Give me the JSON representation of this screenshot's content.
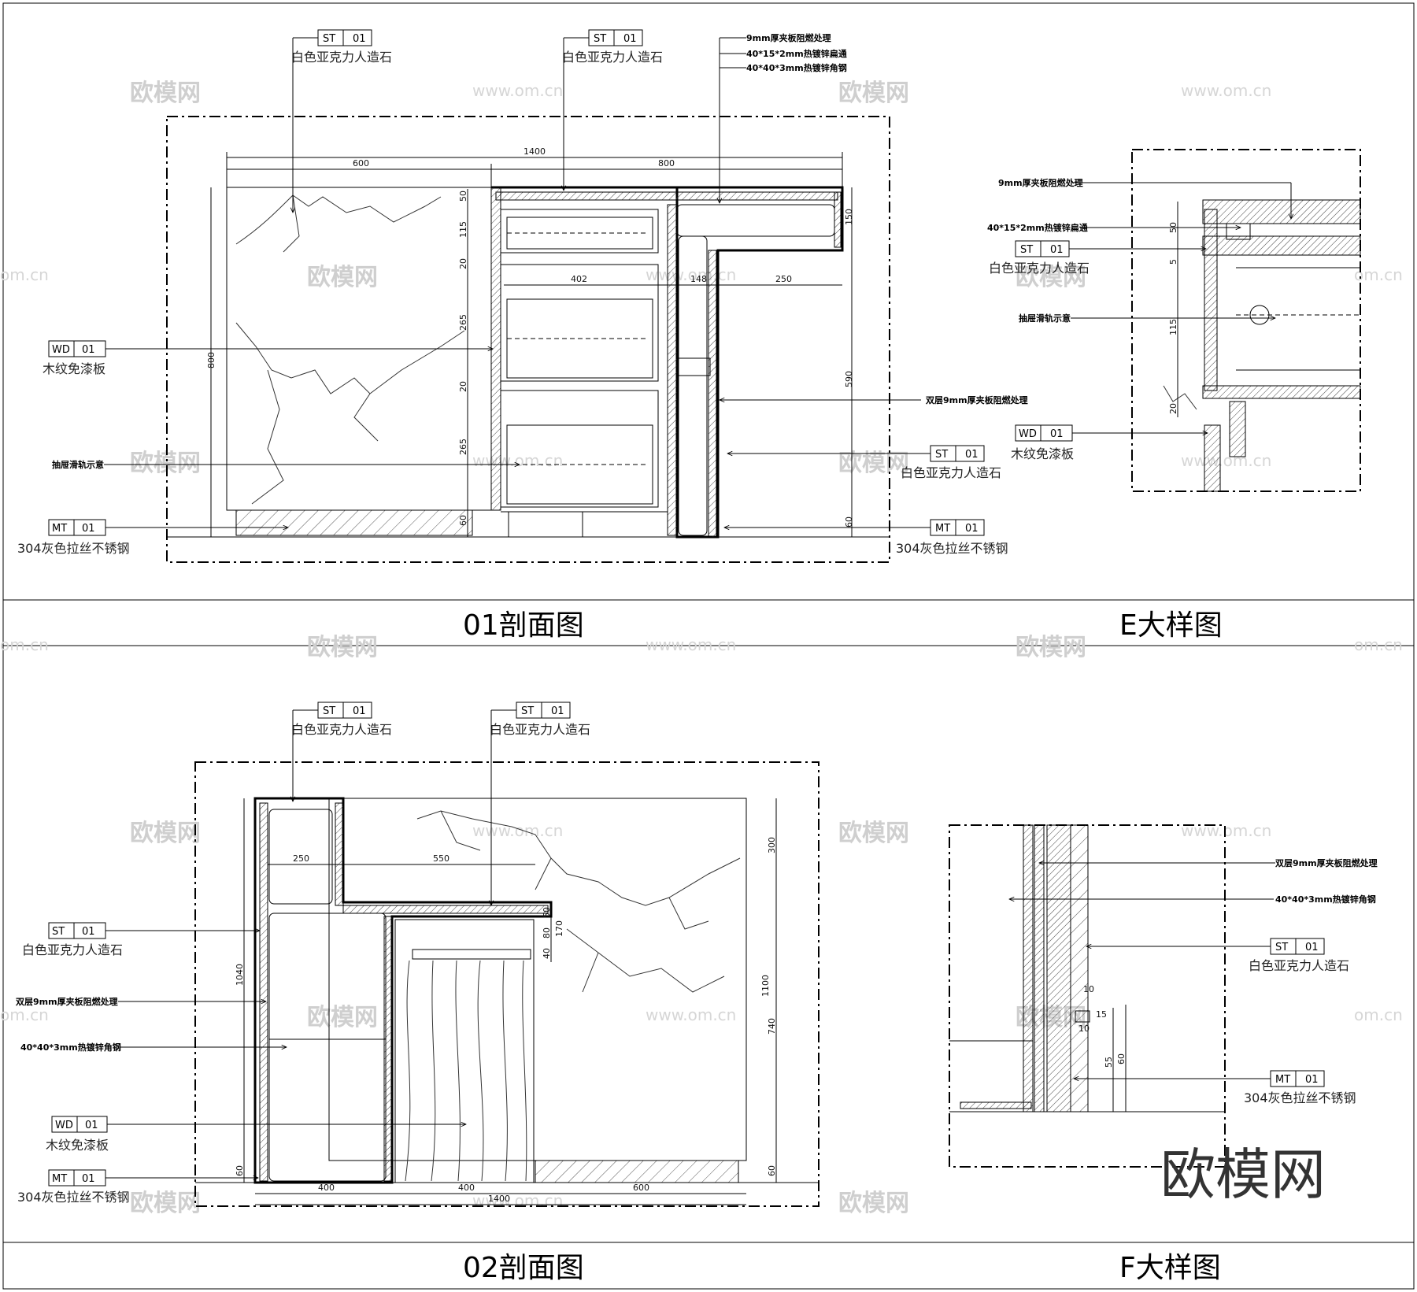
{
  "titles": {
    "sec01": "01剖面图",
    "detailE": "E大样图",
    "sec02": "02剖面图",
    "detailF": "F大样图"
  },
  "tags": {
    "st": "ST",
    "wd": "WD",
    "mt": "MT",
    "num": "01"
  },
  "captions": {
    "stone": "白色亚克力人造石",
    "wood": "木纹免漆板",
    "steel": "304灰色拉丝不锈钢"
  },
  "notes": {
    "plywood9": "9mm厚夹板阻燃处理",
    "flat_steel": "40*15*2mm热镀锌扁通",
    "angle_steel": "40*40*3mm热镀锌角钢",
    "double_ply": "双层9mm厚夹板阻燃处理",
    "drawer_rail": "抽屉滑轨示意"
  },
  "dims01": {
    "d1400": "1400",
    "d600": "600",
    "d800w": "800",
    "d800h": "800",
    "d590": "590",
    "d150": "150",
    "d60r": "60",
    "d50": "50",
    "d115": "115",
    "d20a": "20",
    "d265a": "265",
    "d20b": "20",
    "d265b": "265",
    "d60l": "60",
    "d402": "402",
    "d148": "148",
    "d250": "250"
  },
  "dimsE": {
    "d50": "50",
    "d5": "5",
    "d115": "115",
    "d20": "20"
  },
  "dims02": {
    "d250": "250",
    "d550": "550",
    "d1040": "1040",
    "d60l": "60",
    "d300": "300",
    "d1100": "1100",
    "d740": "740",
    "d60r": "60",
    "d50": "50",
    "d80": "80",
    "d40": "40",
    "d170": "170",
    "d400a": "400",
    "d400b": "400",
    "d600": "600",
    "d1400": "1400"
  },
  "dimsF": {
    "d10a": "10",
    "d15": "15",
    "d10b": "10",
    "d55": "55",
    "d60": "60"
  },
  "watermarks": {
    "brand": "欧模网",
    "url": "www.om.cn",
    "urlshort": "om.cn"
  },
  "logo": "欧模网"
}
